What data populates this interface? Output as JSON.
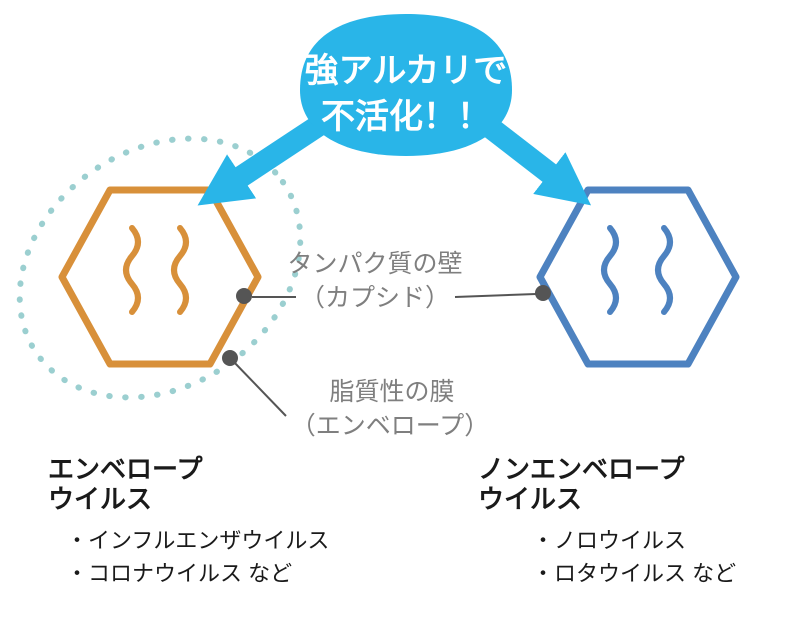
{
  "colors": {
    "callout": "#29b5e8",
    "orange_hex": "#d8903a",
    "blue_hex": "#4d82c0",
    "envelope_ring": "#9bcfd0",
    "connector": "#555555",
    "label_gray": "#7f7f7f",
    "text_dark": "#1a1a1a"
  },
  "callout": {
    "line1": "強アルカリで",
    "line2": "不活化！！"
  },
  "labels": {
    "capsid_line1": "タンパク質の壁",
    "capsid_line2": "（カプシド）",
    "envelope_line1": "脂質性の膜",
    "envelope_line2": "（エンベロープ）"
  },
  "left_group": {
    "title_line1": "エンベロープ",
    "title_line2": "ウイルス",
    "items": [
      "・インフルエンザウイルス",
      "・コロナウイルス など"
    ]
  },
  "right_group": {
    "title_line1": "ノンエンベロープ",
    "title_line2": "ウイルス",
    "items": [
      "・ノロウイルス",
      "・ロタウイルス など"
    ]
  }
}
